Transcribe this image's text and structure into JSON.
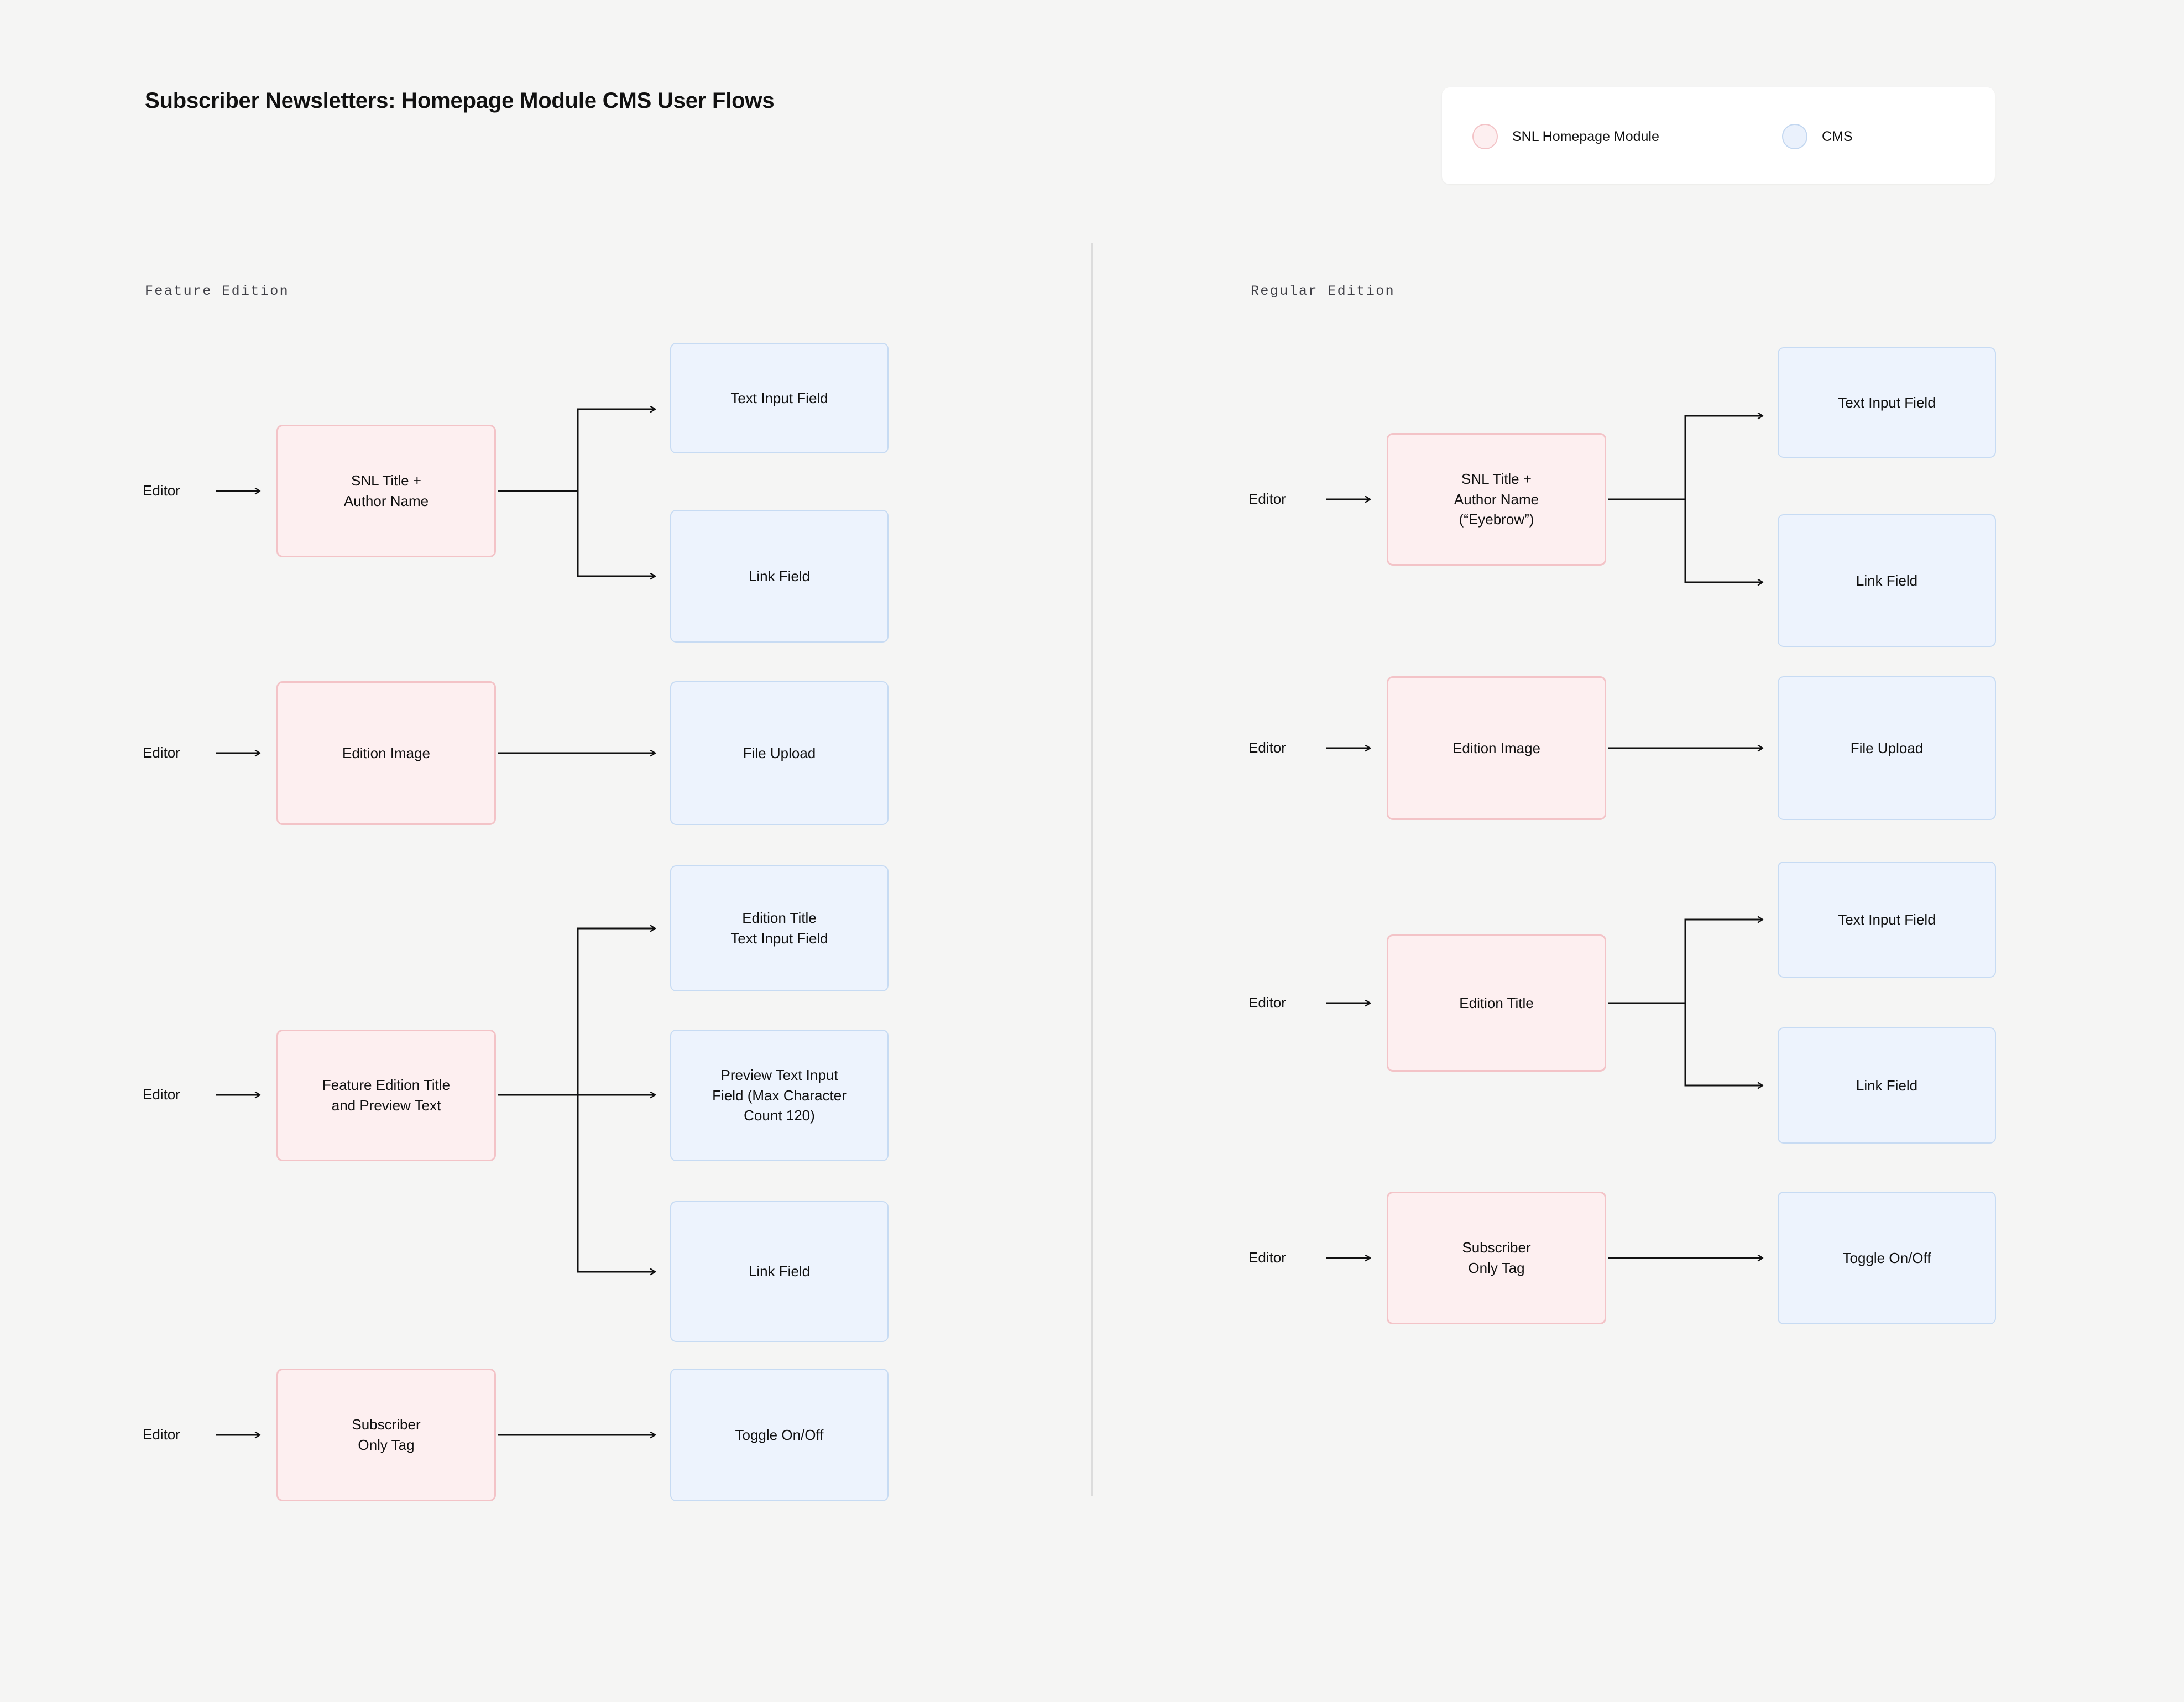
{
  "header": {
    "title": "Subscriber Newsletters: Homepage Module CMS User Flows"
  },
  "legend": {
    "items": [
      {
        "label": "SNL Homepage Module",
        "color": "#FDEFF0",
        "border": "#F3C3C7"
      },
      {
        "label": "CMS",
        "color": "#EAF1FC",
        "border": "#C3D7F0"
      }
    ]
  },
  "columns": [
    {
      "heading": "Feature Edition"
    },
    {
      "heading": "Regular Edition"
    }
  ],
  "actors": {
    "editor": "Editor"
  },
  "flows": {
    "feature": [
      {
        "actor": "Editor",
        "source": "SNL Title +\nAuthor Name",
        "targets": [
          "Text Input Field",
          "Link Field"
        ]
      },
      {
        "actor": "Editor",
        "source": "Edition Image",
        "targets": [
          "File Upload"
        ]
      },
      {
        "actor": "Editor",
        "source": "Feature Edition Title\nand Preview Text",
        "targets": [
          "Edition Title\nText Input Field",
          "Preview Text Input\nField (Max Character\nCount 120)",
          "Link Field"
        ]
      },
      {
        "actor": "Editor",
        "source": "Subscriber\nOnly Tag",
        "targets": [
          "Toggle On/Off"
        ]
      }
    ],
    "regular": [
      {
        "actor": "Editor",
        "source": "SNL Title +\nAuthor Name\n(“Eyebrow”)",
        "targets": [
          "Text Input Field",
          "Link Field"
        ]
      },
      {
        "actor": "Editor",
        "source": "Edition Image",
        "targets": [
          "File Upload"
        ]
      },
      {
        "actor": "Editor",
        "source": "Edition Title",
        "targets": [
          "Text Input Field",
          "Link Field"
        ]
      },
      {
        "actor": "Editor",
        "source": "Subscriber\nOnly Tag",
        "targets": [
          "Toggle On/Off"
        ]
      }
    ]
  },
  "nodes": {
    "f1_src": "SNL Title +\nAuthor Name",
    "f1_t1": "Text Input Field",
    "f1_t2": "Link Field",
    "f2_src": "Edition Image",
    "f2_t1": "File Upload",
    "f3_src": "Feature Edition Title\nand Preview Text",
    "f3_t1": "Edition Title\nText Input Field",
    "f3_t2": "Preview Text Input\nField (Max Character\nCount 120)",
    "f3_t3": "Link Field",
    "f4_src": "Subscriber\nOnly Tag",
    "f4_t1": "Toggle On/Off",
    "r1_src": "SNL Title +\nAuthor Name\n(“Eyebrow”)",
    "r1_t1": "Text Input Field",
    "r1_t2": "Link Field",
    "r2_src": "Edition Image",
    "r2_t1": "File Upload",
    "r3_src": "Edition Title",
    "r3_t1": "Text Input Field",
    "r3_t2": "Link Field",
    "r4_src": "Subscriber\nOnly Tag",
    "r4_t1": "Toggle On/Off"
  },
  "colors": {
    "background": "#F5F5F4",
    "source_fill": "#FDEFF0",
    "source_border": "#F3C3C7",
    "target_fill": "#EDF3FD",
    "target_border": "#C7DBF3",
    "connector": "#111111",
    "divider": "#DCDCDC",
    "text": "#111111"
  }
}
